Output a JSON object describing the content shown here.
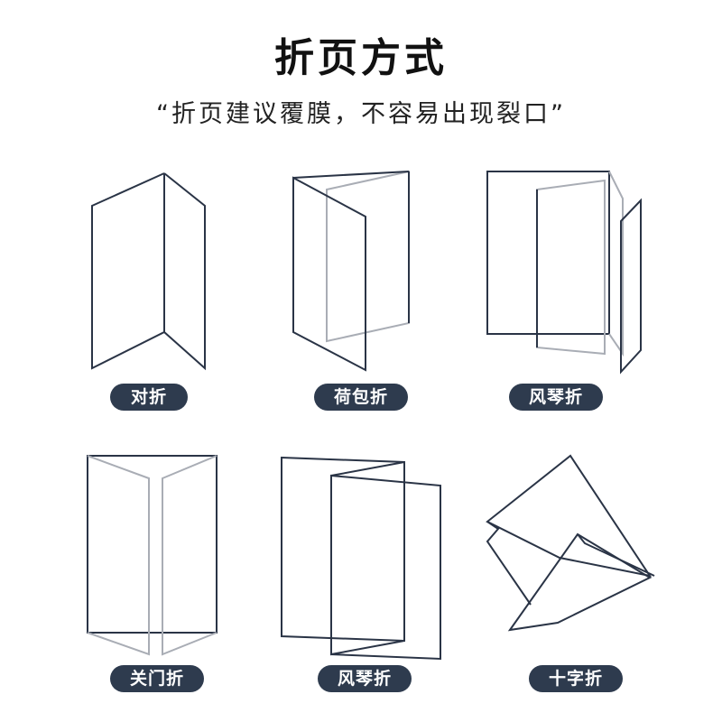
{
  "header": {
    "title": "折页方式",
    "subtitle": "“折页建议覆膜，不容易出现裂口”"
  },
  "fold_types": [
    {
      "label": "对折",
      "icon": "half-fold-icon"
    },
    {
      "label": "荷包折",
      "icon": "letter-fold-icon"
    },
    {
      "label": "风琴折",
      "icon": "accordion-fold-icon"
    },
    {
      "label": "关门折",
      "icon": "gate-fold-icon"
    },
    {
      "label": "风琴折",
      "icon": "accordion-fold-4panel-icon"
    },
    {
      "label": "十字折",
      "icon": "cross-fold-icon"
    }
  ],
  "colors": {
    "frame": "#2a3446",
    "inner": "#a9adb5",
    "pill_bg": "#2e3b4e",
    "pill_text": "#ffffff"
  }
}
